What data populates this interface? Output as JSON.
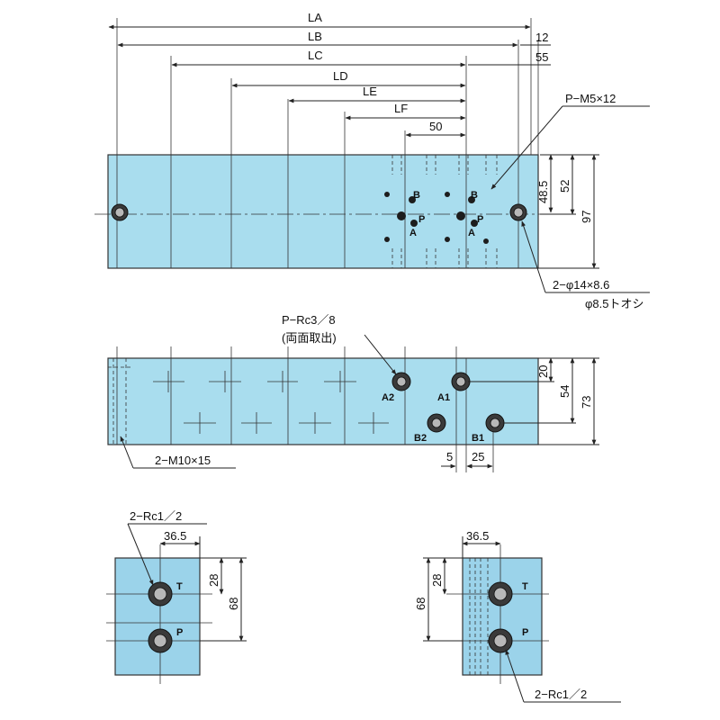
{
  "top_view": {
    "dims": {
      "la": "LA",
      "lb": "LB",
      "lc": "LC",
      "ld": "LD",
      "le": "LE",
      "lf": "LF",
      "pitch": "50",
      "d12": "12",
      "d55": "55",
      "v48": "48.5",
      "v52": "52",
      "v97": "97"
    },
    "callouts": {
      "tap": "P−M5×12",
      "cbore_line1": "2−φ14×8.6",
      "cbore_line2": "φ8.5トオシ"
    },
    "port_letters": {
      "b": "B",
      "p": "P",
      "a": "A"
    }
  },
  "front_view": {
    "dims": {
      "d20": "20",
      "d54": "54",
      "d73": "73",
      "d5": "5",
      "d25": "25"
    },
    "callouts": {
      "gauge_line1": "P−Rc3／8",
      "gauge_line2": "(両面取出)",
      "end_tap": "2−M10×15"
    },
    "ports": {
      "a1": "A1",
      "a2": "A2",
      "b1": "B1",
      "b2": "B2"
    }
  },
  "end_view_left": {
    "callout": "2−Rc1／2",
    "dims": {
      "d365": "36.5",
      "d28": "28",
      "d68": "68"
    },
    "ports": {
      "t": "T",
      "p": "P"
    }
  },
  "end_view_right": {
    "callout": "2−Rc1／2",
    "dims": {
      "d365": "36.5",
      "d28": "28",
      "d68": "68"
    },
    "ports": {
      "t": "T",
      "p": "P"
    }
  }
}
